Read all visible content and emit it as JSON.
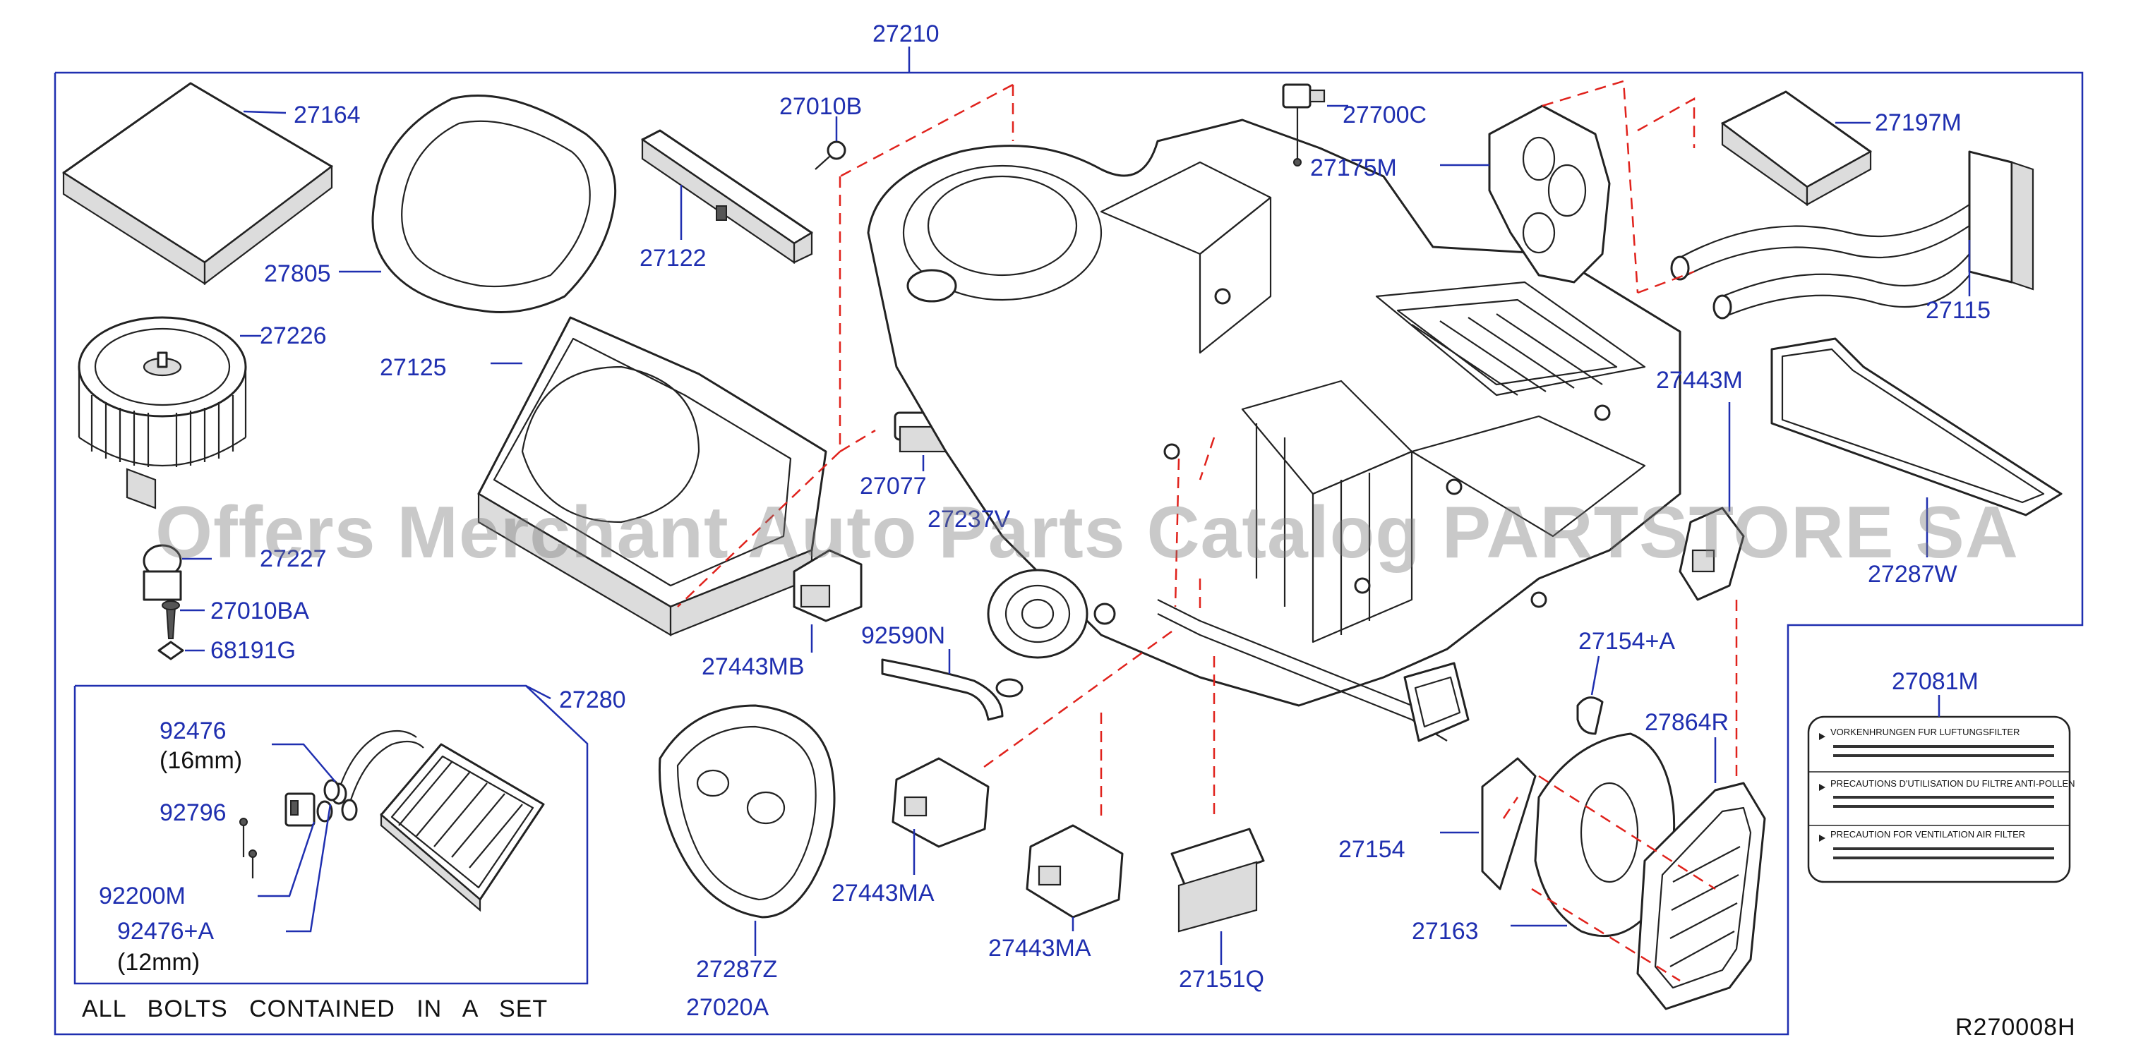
{
  "diagram": {
    "top_label": "27210",
    "diagram_code": "R270008H",
    "bolts_note": "ALL BOLTS CONTAINED IN A SET",
    "watermark": "Offers Merchant Auto Parts Catalog PARTSTORE SA",
    "colors": {
      "label": "#1f2fb0",
      "frame": "#1f2fb0",
      "dashed_leader": "#e0221c",
      "drawing": "#222222"
    },
    "labels": {
      "p27164": "27164",
      "p27805": "27805",
      "p27226": "27226",
      "p27125": "27125",
      "p27227": "27227",
      "p27010BA": "27010BA",
      "p68191G": "68191G",
      "p27010B": "27010B",
      "p27122": "27122",
      "p27077": "27077",
      "p27237V": "27237V",
      "p27700C": "27700C",
      "p27175M": "27175M",
      "p27197M": "27197M",
      "p27115": "27115",
      "p27443M": "27443M",
      "p27287W": "27287W",
      "p27443MB": "27443MB",
      "p92590N": "92590N",
      "p27154A": "27154+A",
      "p27280": "27280",
      "p27287Z": "27287Z",
      "p27020A": "27020A",
      "p27443MA_1": "27443MA",
      "p27443MA_2": "27443MA",
      "p27151Q": "27151Q",
      "p27154": "27154",
      "p27163": "27163",
      "p27864R": "27864R",
      "p27081M": "27081M",
      "p92476": "92476",
      "p92476_size": "(16mm)",
      "p92796": "92796",
      "p92200M": "92200M",
      "p92476A": "92476+A",
      "p92476A_size": "(12mm)"
    },
    "filter_label_card": {
      "row1": "VORKENHRUNGEN   FUR   LUFTUNGSFILTER",
      "row2": "PRECAUTIONS   D'UTILISATION   DU   FILTRE   ANTI-POLLEN",
      "row3": "PRECAUTION   FOR   VENTILATION   AIR   FILTER"
    }
  }
}
